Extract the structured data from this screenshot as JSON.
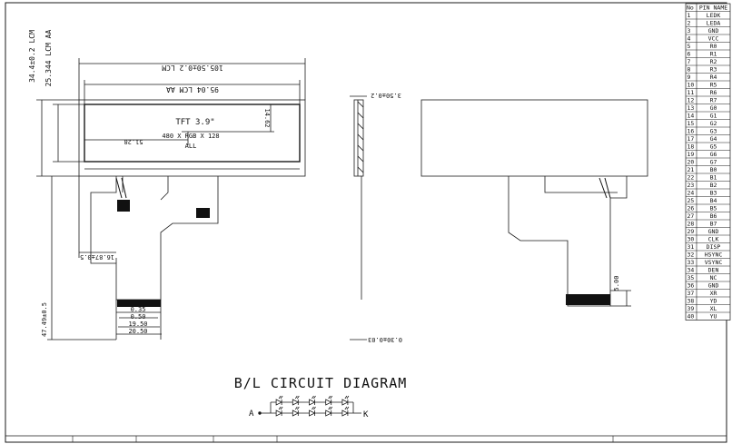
{
  "colors": {
    "line": "#1a1a1a",
    "fill": "#ffffff",
    "dark": "#111111",
    "lcd_border": "#333333"
  },
  "front_view": {
    "width_lcm": "105.50±0.2 LCM",
    "width_aa": "95.04 LCM AA",
    "height_lcm": "34.4±0.2 LCM",
    "height_aa": "25.344 LCM AA",
    "label_tft": "TFT 3.9\"",
    "label_resolution": "480 X RGB X 128",
    "label_all": "ALL",
    "dim_5128": "51.28",
    "dim_1462": "14.62",
    "dim_fpc_offset": "16.87±0.5",
    "dim_total_height": "47.49±0.5",
    "dim_035": "0.35",
    "dim_050": "0.50",
    "dim_1950": "19.50",
    "dim_2050": "20.50"
  },
  "side_view": {
    "thickness": "3.50±0.2",
    "fpc_thickness": "0.30±0.03"
  },
  "back_view": {
    "dim_500": "5.00"
  },
  "pin_table": {
    "header_no": "No",
    "header_name": "PIN NAME",
    "rows": [
      [
        "1",
        "LEDK"
      ],
      [
        "2",
        "LEDA"
      ],
      [
        "3",
        "GND"
      ],
      [
        "4",
        "VCC"
      ],
      [
        "5",
        "R0"
      ],
      [
        "6",
        "R1"
      ],
      [
        "7",
        "R2"
      ],
      [
        "8",
        "R3"
      ],
      [
        "9",
        "R4"
      ],
      [
        "10",
        "R5"
      ],
      [
        "11",
        "R6"
      ],
      [
        "12",
        "R7"
      ],
      [
        "13",
        "G0"
      ],
      [
        "14",
        "G1"
      ],
      [
        "15",
        "G2"
      ],
      [
        "16",
        "G3"
      ],
      [
        "17",
        "G4"
      ],
      [
        "18",
        "G5"
      ],
      [
        "19",
        "G6"
      ],
      [
        "20",
        "G7"
      ],
      [
        "21",
        "B0"
      ],
      [
        "22",
        "B1"
      ],
      [
        "23",
        "B2"
      ],
      [
        "24",
        "B3"
      ],
      [
        "25",
        "B4"
      ],
      [
        "26",
        "B5"
      ],
      [
        "27",
        "B6"
      ],
      [
        "28",
        "B7"
      ],
      [
        "29",
        "GND"
      ],
      [
        "30",
        "CLK"
      ],
      [
        "31",
        "DISP"
      ],
      [
        "32",
        "HSYNC"
      ],
      [
        "33",
        "VSYNC"
      ],
      [
        "34",
        "DEN"
      ],
      [
        "35",
        "NC"
      ],
      [
        "36",
        "GND"
      ],
      [
        "37",
        "XR"
      ],
      [
        "38",
        "YD"
      ],
      [
        "39",
        "XL"
      ],
      [
        "40",
        "YU"
      ]
    ]
  },
  "circuit": {
    "title": "B/L CIRCUIT DIAGRAM",
    "anode": "A",
    "cathode": "K",
    "led_columns": 5,
    "led_rows": 2
  }
}
